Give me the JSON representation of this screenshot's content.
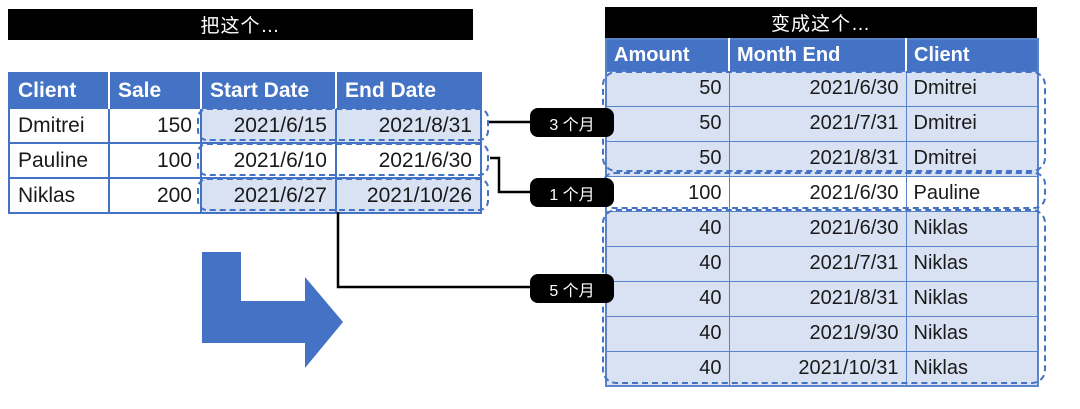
{
  "left_panel": {
    "title": "把这个…",
    "table": {
      "headers": [
        "Client",
        "Sale",
        "Start Date",
        "End Date"
      ],
      "rows": [
        {
          "client": "Dmitrei",
          "sale": "150",
          "start_date": "2021/6/15",
          "end_date": "2021/8/31"
        },
        {
          "client": "Pauline",
          "sale": "100",
          "start_date": "2021/6/10",
          "end_date": "2021/6/30"
        },
        {
          "client": "Niklas",
          "sale": "200",
          "start_date": "2021/6/27",
          "end_date": "2021/10/26"
        }
      ]
    }
  },
  "duration_labels": [
    {
      "text": "3 个月"
    },
    {
      "text": "1 个月"
    },
    {
      "text": "5 个月"
    }
  ],
  "right_panel": {
    "title": "变成这个…",
    "table": {
      "headers": [
        "Amount",
        "Month End",
        "Client"
      ],
      "rows": [
        {
          "amount": "50",
          "month_end": "2021/6/30",
          "client": "Dmitrei"
        },
        {
          "amount": "50",
          "month_end": "2021/7/31",
          "client": "Dmitrei"
        },
        {
          "amount": "50",
          "month_end": "2021/8/31",
          "client": "Dmitrei"
        },
        {
          "amount": "100",
          "month_end": "2021/6/30",
          "client": "Pauline"
        },
        {
          "amount": "40",
          "month_end": "2021/6/30",
          "client": "Niklas"
        },
        {
          "amount": "40",
          "month_end": "2021/7/31",
          "client": "Niklas"
        },
        {
          "amount": "40",
          "month_end": "2021/8/31",
          "client": "Niklas"
        },
        {
          "amount": "40",
          "month_end": "2021/9/30",
          "client": "Niklas"
        },
        {
          "amount": "40",
          "month_end": "2021/10/31",
          "client": "Niklas"
        }
      ]
    }
  },
  "colors": {
    "accent_blue": "#4472C4",
    "row_highlight": "#D9E2F3",
    "right_table_border": "#5B83C9",
    "label_background": "#000000",
    "label_text": "#FFFFFF",
    "connector_line": "#000000"
  }
}
